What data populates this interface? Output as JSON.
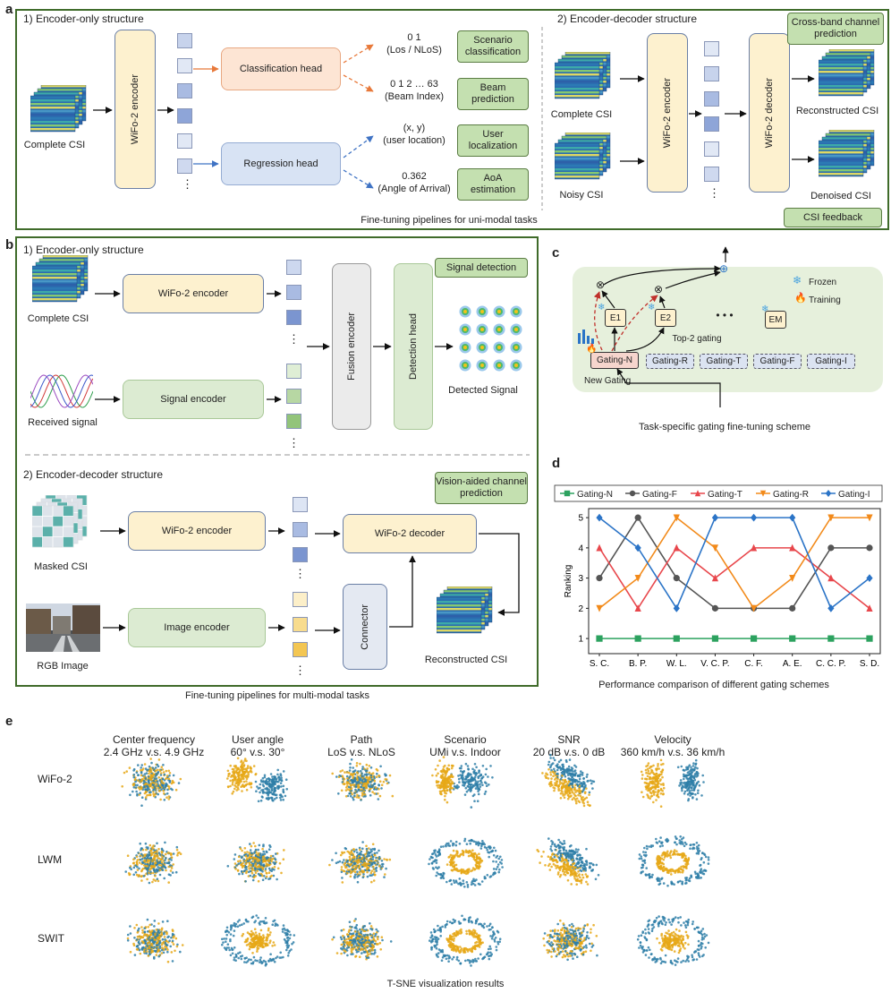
{
  "panel_labels": {
    "a": "a",
    "b": "b",
    "c": "c",
    "d": "d",
    "e": "e"
  },
  "panel_a": {
    "left_title": "1) Encoder-only structure",
    "right_title": "2) Encoder-decoder structure",
    "input_label": "Complete CSI",
    "encoder": "WiFo-2 encoder",
    "classification_head": "Classification head",
    "regression_head": "Regression head",
    "out1_value": "0 1",
    "out1_desc": "(Los / NLoS)",
    "out2_value": "0 1 2 … 63",
    "out2_desc": "(Beam Index)",
    "out3_value": "(x, y)",
    "out3_desc": "(user location)",
    "out4_value": "0.362",
    "out4_desc": "(Angle of Arrival)",
    "task1": "Scenario classification",
    "task2": "Beam prediction",
    "task3": "User localization",
    "task4": "AoA estimation",
    "r_input1": "Complete CSI",
    "r_input2": "Noisy CSI",
    "r_encoder": "WiFo-2 encoder",
    "r_decoder": "WiFo-2 decoder",
    "r_out1": "Reconstructed CSI",
    "r_out2": "Denoised CSI",
    "r_task1": "Cross-band channel prediction",
    "r_task2": "CSI feedback",
    "caption": "Fine-tuning pipelines for uni-modal tasks",
    "ellipsis": "⋮"
  },
  "panel_b": {
    "top_title": "1) Encoder-only structure",
    "bottom_title": "2) Encoder-decoder structure",
    "in1": "Complete CSI",
    "in2": "Received signal",
    "enc1": "WiFo-2 encoder",
    "enc2": "Signal encoder",
    "fusion": "Fusion encoder",
    "detect": "Detection head",
    "task_top": "Signal detection",
    "out_top": "Detected Signal",
    "in3": "Masked CSI",
    "in4": "RGB Image",
    "enc3": "WiFo-2 encoder",
    "enc4": "Image encoder",
    "decoder": "WiFo-2 decoder",
    "connector": "Connector",
    "task_bottom": "Vision-aided channel prediction",
    "out_bottom": "Reconstructed CSI",
    "caption": "Fine-tuning pipelines for multi-modal tasks",
    "ellipsis": "⋮"
  },
  "panel_c": {
    "experts": [
      "E1",
      "E2",
      "EM"
    ],
    "dots": "• • •",
    "gates": [
      "Gating-N",
      "Gating-R",
      "Gating-T",
      "Gating-F",
      "Gating-I"
    ],
    "legend_frozen": "Frozen",
    "legend_training": "Training",
    "top2": "Top-2 gating",
    "new_gating": "New Gating",
    "caption": "Task-specific gating fine-tuning scheme",
    "otimes": "⊗",
    "oplus": "⊕"
  },
  "panel_d": {
    "caption": "Performance comparison of different gating schemes",
    "chart_data": {
      "type": "line",
      "ylabel": "Ranking",
      "xlabel": "",
      "categories": [
        "S. C.",
        "B. P.",
        "W. L.",
        "V. C. P.",
        "C. F.",
        "A. E.",
        "C. C. P.",
        "S. D."
      ],
      "ylim": [
        0.5,
        5.3
      ],
      "yticks": [
        1,
        2,
        3,
        4,
        5
      ],
      "legend_position": "top",
      "series": [
        {
          "name": "Gating-N",
          "color": "#2ca25f",
          "marker": "square",
          "values": [
            1,
            1,
            1,
            1,
            1,
            1,
            1,
            1
          ]
        },
        {
          "name": "Gating-F",
          "color": "#555555",
          "marker": "circle",
          "values": [
            3,
            5,
            3,
            2,
            2,
            2,
            4,
            4
          ]
        },
        {
          "name": "Gating-T",
          "color": "#e8474c",
          "marker": "triangle",
          "values": [
            4,
            2,
            4,
            3,
            4,
            4,
            3,
            2
          ]
        },
        {
          "name": "Gating-R",
          "color": "#f28a1a",
          "marker": "triangle-down",
          "values": [
            2,
            3,
            5,
            4,
            2,
            3,
            5,
            5
          ]
        },
        {
          "name": "Gating-I",
          "color": "#2b74c7",
          "marker": "diamond",
          "values": [
            5,
            4,
            2,
            5,
            5,
            5,
            2,
            3
          ]
        }
      ]
    }
  },
  "panel_e": {
    "columns": [
      {
        "line1": "Center frequency",
        "line2": "2.4 GHz v.s. 4.9 GHz"
      },
      {
        "line1": "User angle",
        "line2": "60° v.s. 30°"
      },
      {
        "line1": "Path",
        "line2": "LoS v.s. NLoS"
      },
      {
        "line1": "Scenario",
        "line2": "UMi v.s. Indoor"
      },
      {
        "line1": "SNR",
        "line2": "20 dB v.s. 0 dB"
      },
      {
        "line1": "Velocity",
        "line2": "360 km/h v.s. 36 km/h"
      }
    ],
    "rows": [
      "WiFo-2",
      "LWM",
      "SWIT"
    ],
    "colors": {
      "a": "#e6a817",
      "b": "#2f7fa8"
    },
    "caption": "T-SNE visualization results"
  }
}
